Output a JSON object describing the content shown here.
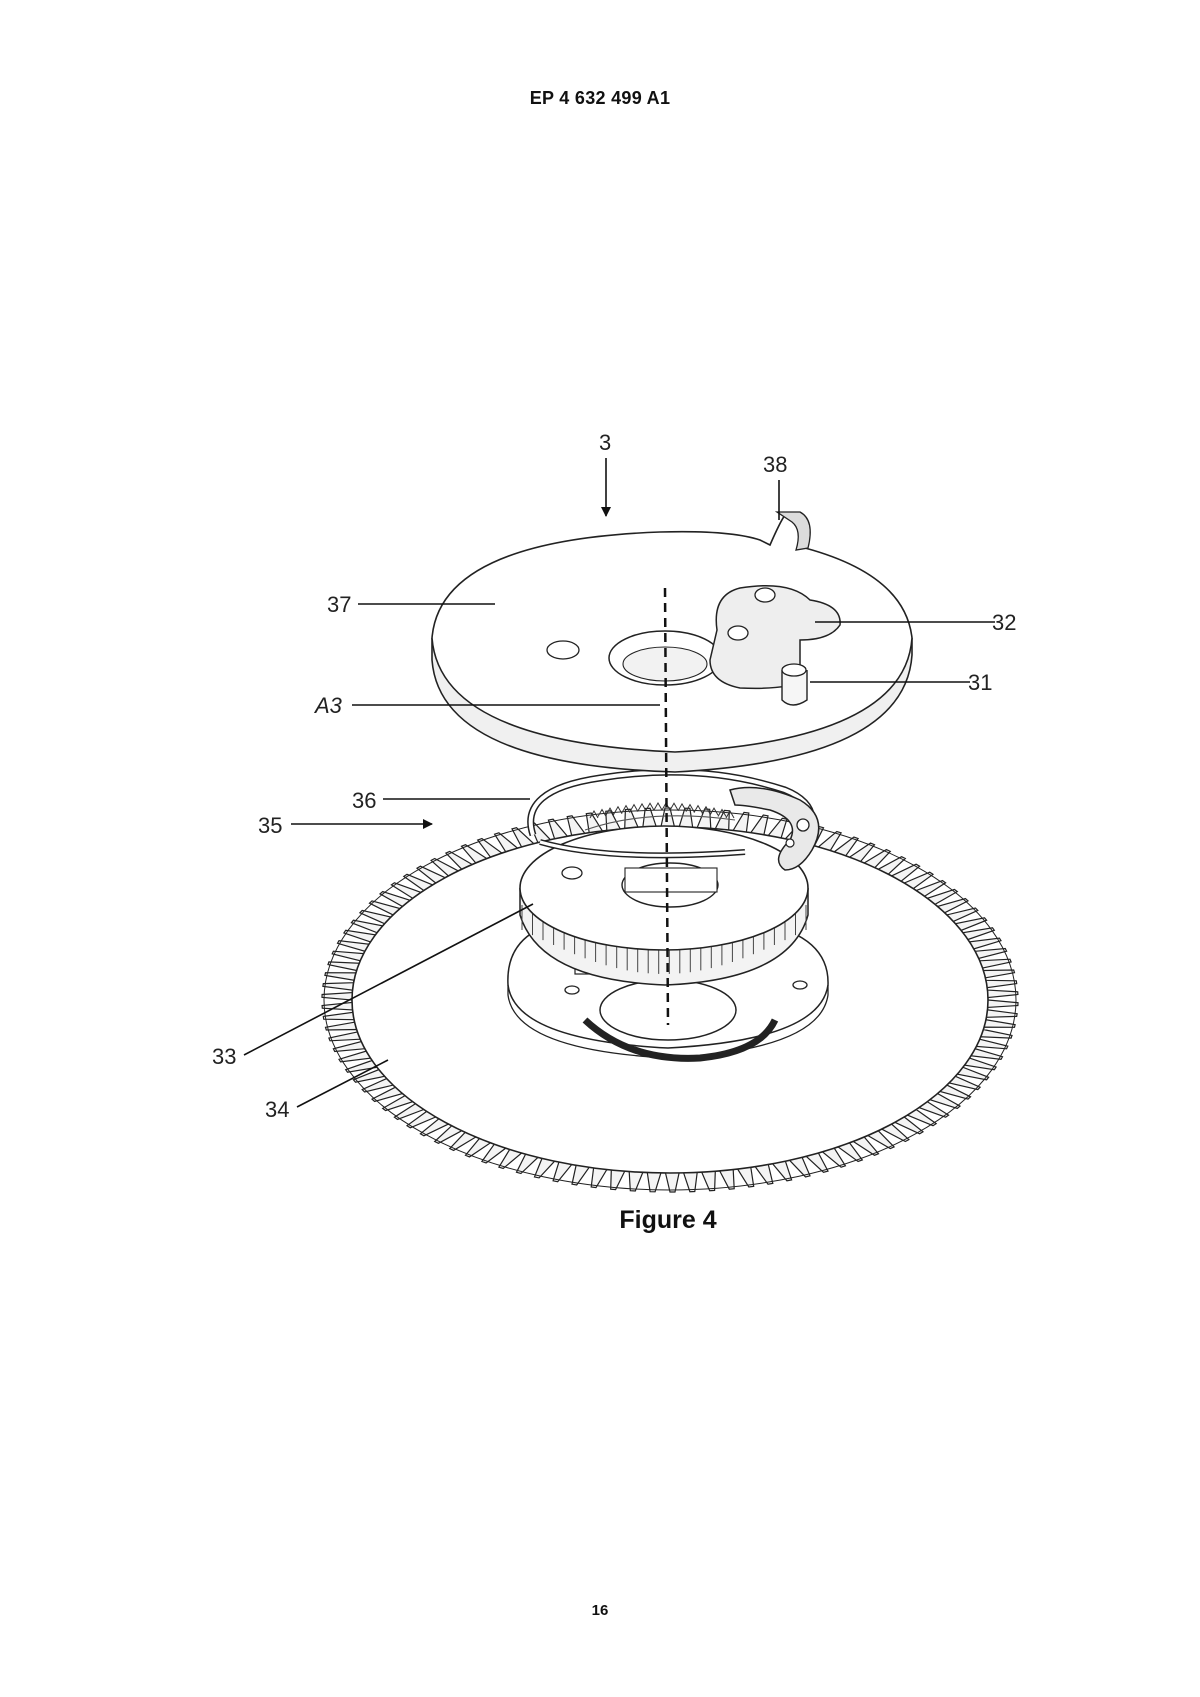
{
  "header": {
    "patent_number": "EP 4 632 499 A1"
  },
  "figure": {
    "caption": "Figure 4",
    "reference_labels": {
      "assembly": "3",
      "tab": "38",
      "plate": "37",
      "lever": "32",
      "pin": "31",
      "axis": "A3",
      "ring": "36",
      "mechanism": "35",
      "disc": "33",
      "gear": "34"
    }
  },
  "footer": {
    "page_number": "16"
  }
}
